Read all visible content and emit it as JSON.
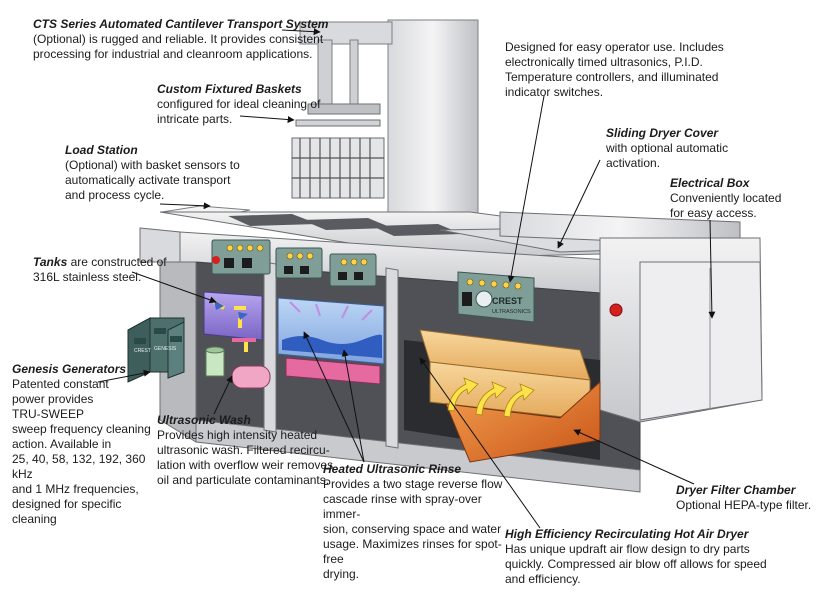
{
  "callouts": {
    "cts": {
      "title": "CTS Series Automated Cantilever Transport System",
      "lines": [
        "(Optional) is rugged and reliable. It provides consistent",
        "processing for industrial and cleanroom applications."
      ]
    },
    "controls": {
      "lines": [
        "Designed for easy operator use. Includes",
        "electronically timed ultrasonics, P.I.D.",
        "Temperature controllers, and illuminated",
        "indicator switches."
      ]
    },
    "baskets": {
      "title": "Custom Fixtured Baskets",
      "lines": [
        "configured for ideal cleaning of",
        "intricate parts."
      ]
    },
    "sliding_cover": {
      "title": "Sliding Dryer Cover",
      "lines": [
        "with optional automatic",
        "activation."
      ]
    },
    "load_station": {
      "title": "Load Station",
      "lines": [
        "(Optional) with basket sensors to",
        "automatically activate transport",
        "and process cycle."
      ]
    },
    "electrical_box": {
      "title": "Electrical Box",
      "lines": [
        "Conveniently located",
        "for easy access."
      ]
    },
    "tanks": {
      "title": "Tanks",
      "title_suffix": " are constructed of",
      "lines": [
        "316L stainless steel."
      ]
    },
    "genesis": {
      "title": "Genesis Generators",
      "lines": [
        "Patented constant",
        "power provides",
        "TRU-SWEEP",
        "sweep frequency cleaning",
        "action. Available in",
        "25, 40, 58, 132, 192, 360 kHz",
        "and 1 MHz frequencies,",
        "designed for specific cleaning"
      ]
    },
    "ultrasonic_wash": {
      "title": "Ultrasonic Wash",
      "lines": [
        "Provides high intensity heated",
        "ultrasonic wash. Filtered recircu-",
        "lation with overflow weir removes",
        "oil and particulate contaminants."
      ]
    },
    "heated_rinse": {
      "title": "Heated Ultrasonic Rinse",
      "lines": [
        "Provides a two stage reverse flow",
        "cascade rinse with spray-over immer-",
        "sion, conserving space and water",
        "usage. Maximizes rinses for spot-free",
        "drying."
      ]
    },
    "dryer_filter": {
      "title": "Dryer Filter Chamber",
      "lines": [
        "Optional HEPA-type filter."
      ]
    },
    "hot_air_dryer": {
      "title": "High Efficiency Recirculating Hot Air Dryer",
      "lines": [
        "Has unique updraft air flow design to dry parts",
        "quickly. Compressed air blow off allows for speed",
        "and efficiency."
      ]
    }
  },
  "machine_labels": {
    "brand": "CREST",
    "brand_sub": "ULTRASONICS",
    "generator_label": "CREST",
    "generator_model": "GENESIS"
  },
  "colors": {
    "steel_light": "#e8e8ea",
    "steel_mid": "#c9cacd",
    "steel_dark": "#8d8f94",
    "panel_teal": "#7f9e98",
    "water_blue": "#a9c8ee",
    "water_purple": "#9a88d8",
    "pink_tray": "#e46aa0",
    "dryer_orange": "#e87a2c",
    "dryer_tan": "#f0c27a",
    "arrow_yellow": "#ffe24a",
    "generator_teal": "#4d6f6c"
  }
}
